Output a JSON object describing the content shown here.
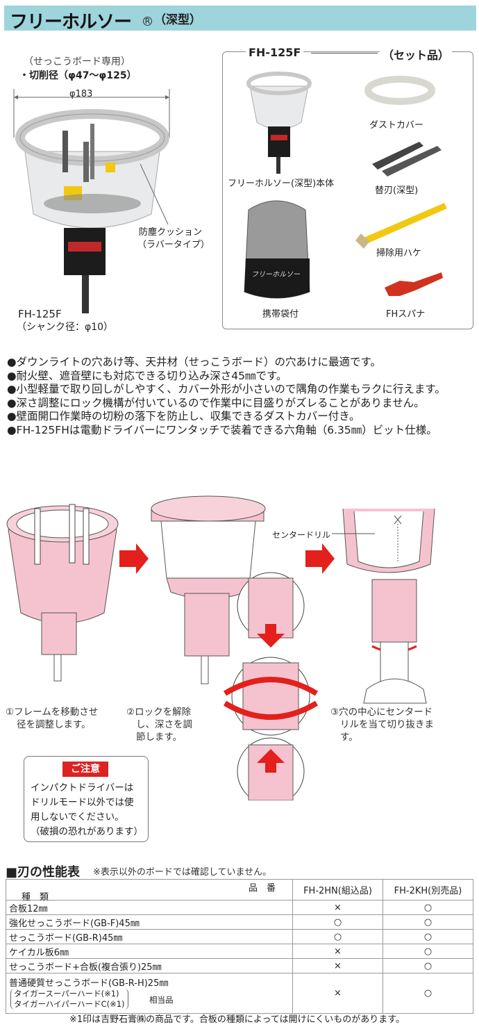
{
  "title": {
    "main": "フリーホルソー",
    "reg": "R",
    "sub": "（深型）"
  },
  "product": {
    "type_note": "（せっこうボード専用）",
    "cut_diameter": "・切削径（φ47〜φ125）",
    "outer_diameter": "φ183",
    "cushion_line1": "防塵クッション",
    "cushion_line2": "（ラバータイプ）",
    "model": "FH-125F",
    "shank": "（シャンク径：φ10）"
  },
  "set": {
    "model": "FH-125F",
    "label": "（セット品）",
    "items": {
      "body": "フリーホルソー(深型)本体",
      "dust_cover": "ダストカバー",
      "blade": "替刃(深型)",
      "bag": "携帯袋付",
      "brush": "掃除用ハケ",
      "spanner": "FHスパナ"
    },
    "bag_print": "フリーホルソー"
  },
  "bullets": [
    "●ダウンライトの穴あけ等、天井材（せっこうボード）の穴あけに最適です。",
    "●耐火壁、遮音壁にも対応できる切り込み深さ45㎜です。",
    "●小型軽量で取り回しがしやすく、カバー外形が小さいので隅角の作業もラクに行えます。",
    "●深さ調整にロック機構が付いているので作業中に目盛りがズレることがありません。",
    "●壁面開口作業時の切粉の落下を防止し、収集できるダストカバー付き。",
    "●FH-125FHは電動ドライバーにワンタッチで装着できる六角軸（6.35㎜）ビット仕様。"
  ],
  "steps": {
    "center_drill": "センタードリル",
    "step1_l1": "①フレームを移動させ",
    "step1_l2": "径を調整します。",
    "step2_l1": "②ロックを解除",
    "step2_l2": "し、深さを調",
    "step2_l3": "節します。",
    "step3_l1": "③穴の中心にセンタード",
    "step3_l2": "リルを当て切り抜きま",
    "step3_l3": "す。"
  },
  "caution": {
    "header": "ご注意",
    "line1": "インパクトドライバーは",
    "line2": "ドリルモード以外では使",
    "line3": "用しないでください。",
    "line4": "（破損の恐れがあります）"
  },
  "performance": {
    "title": "■刃の性能表",
    "subtitle": "※表示以外のボードでは確認していません。",
    "header_type": "種　類",
    "header_model": "品　番",
    "columns": [
      "FH-2HN(組込品)",
      "FH-2KH(別売品)"
    ],
    "rows": [
      {
        "name": "合板12㎜",
        "v1": "×",
        "v2": "○"
      },
      {
        "name": "強化せっこうボード(GB-F)45㎜",
        "v1": "○",
        "v2": "○"
      },
      {
        "name": "せっこうボード(GB-R)45㎜",
        "v1": "○",
        "v2": "○"
      },
      {
        "name": "ケイカル板6㎜",
        "v1": "×",
        "v2": "○"
      },
      {
        "name": "せっこうボード+合板(複合張り)25㎜",
        "v1": "×",
        "v2": "○"
      }
    ],
    "last_row": {
      "name": "普通硬質せっこうボード(GB-R-H)25㎜",
      "sub1": "タイガースーパーハード(※1)",
      "sub2": "タイガーハイパーハードC(※1)",
      "equiv": "相当品",
      "v1": "×",
      "v2": "○"
    },
    "footnote": "※1印は吉野石膏㈱の商品です。合板の種類によっては開けにくいものがあります。"
  },
  "colors": {
    "title_bar": "#9ed4dc",
    "pink": "#f5c3cf",
    "caution_red": "#dd2222",
    "arrow_red": "#e3201b"
  }
}
